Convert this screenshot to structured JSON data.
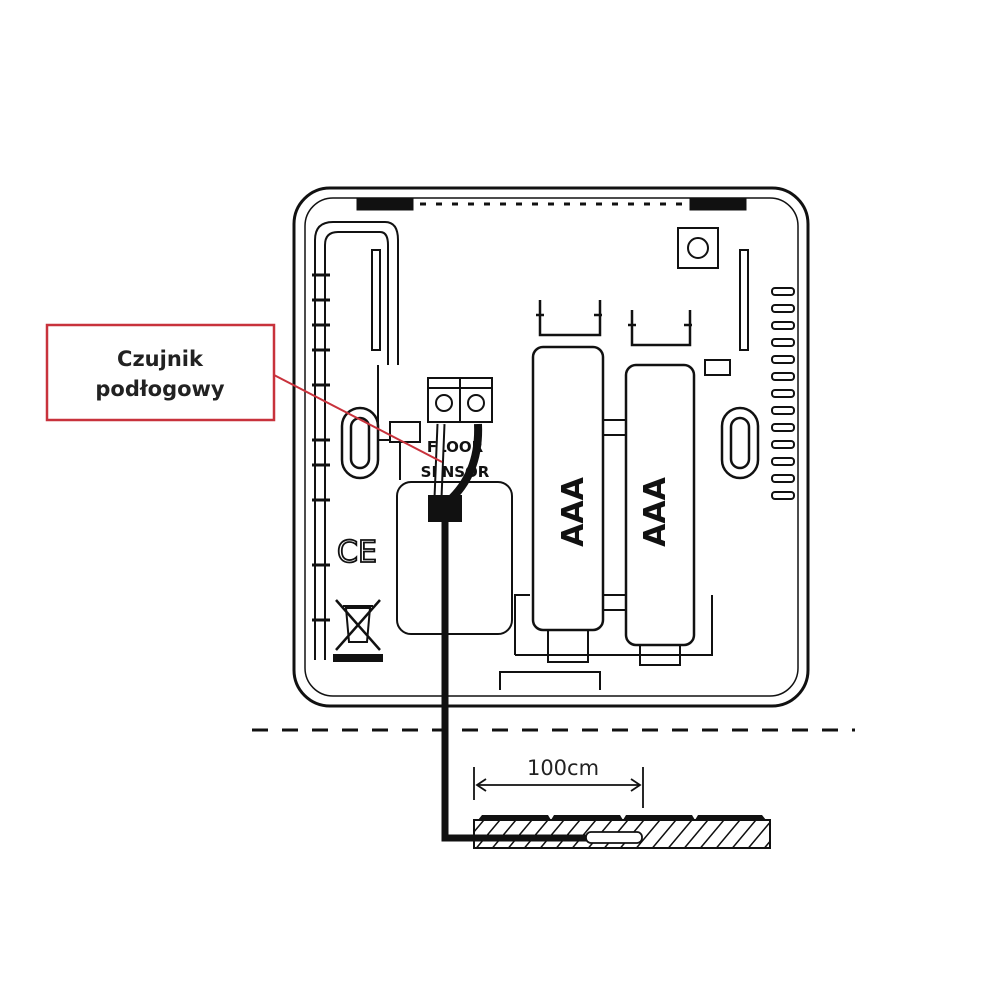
{
  "callout": {
    "line1": "Czujnik",
    "line2": "podłogowy",
    "color": "#c8323c"
  },
  "terminal_label": {
    "line1": "FLOOR",
    "line2": "SENSOR"
  },
  "batteries": [
    {
      "label": "AAA"
    },
    {
      "label": "AAA"
    }
  ],
  "marks": {
    "ce": "CE"
  },
  "dimension": {
    "label": "100cm"
  }
}
